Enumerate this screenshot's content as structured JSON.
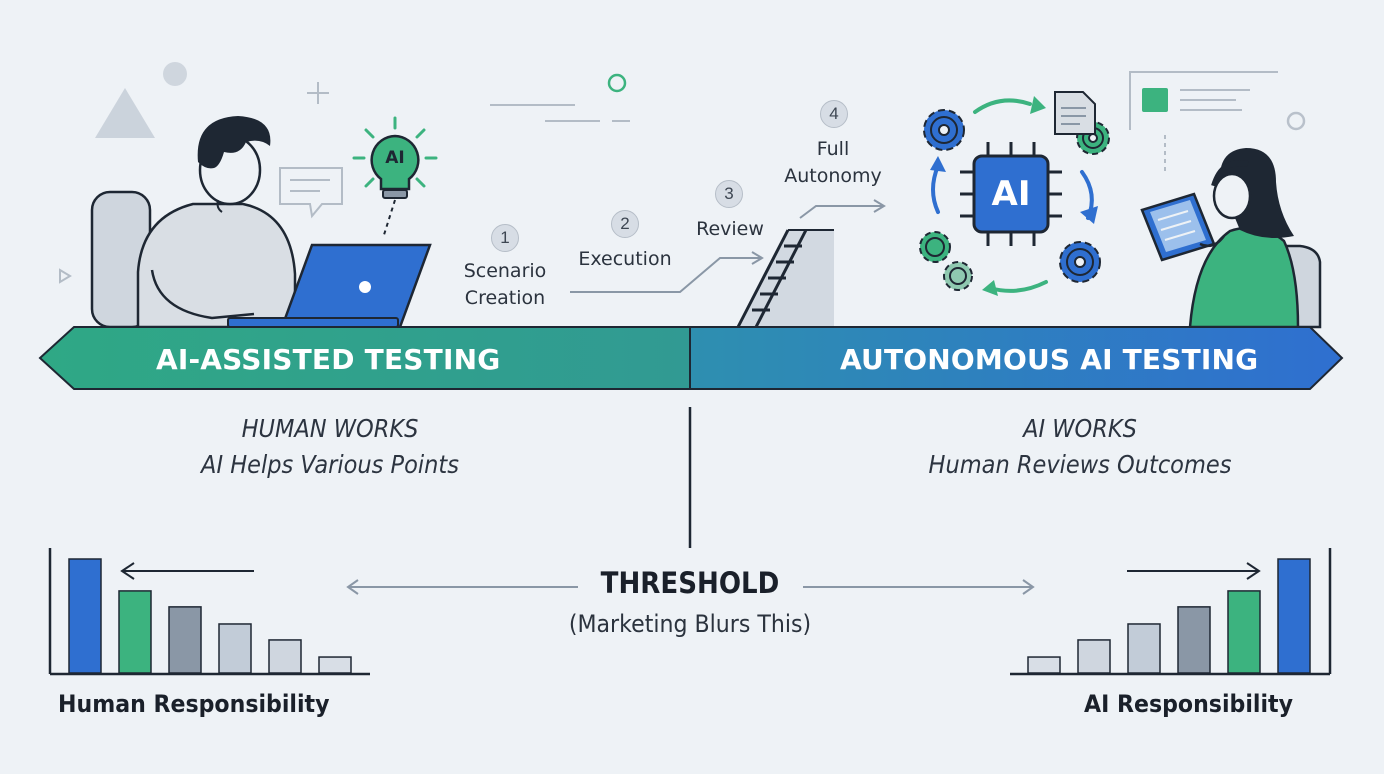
{
  "banner": {
    "left_label": "AI-ASSISTED TESTING",
    "right_label": "AUTONOMOUS AI TESTING",
    "left_color": "#2fa885",
    "right_color": "#2f6fd0"
  },
  "left_desc": {
    "line1": "HUMAN WORKS",
    "line2": "AI Helps Various Points"
  },
  "right_desc": {
    "line1": "AI WORKS",
    "line2": "Human Reviews Outcomes"
  },
  "threshold": {
    "title": "THRESHOLD",
    "subtitle": "(Marketing Blurs This)"
  },
  "steps": [
    {
      "number": "1",
      "label_line1": "Scenario",
      "label_line2": "Creation"
    },
    {
      "number": "2",
      "label_line1": "Execution",
      "label_line2": ""
    },
    {
      "number": "3",
      "label_line1": "Review",
      "label_line2": ""
    },
    {
      "number": "4",
      "label_line1": "Full",
      "label_line2": "Autonomy"
    }
  ],
  "icons": {
    "bulb_label": "AI",
    "chip_label": "AI"
  },
  "responsibility": {
    "human_label": "Human Responsibility",
    "ai_label": "AI Responsibility",
    "human_bar_levels": [
      1.0,
      0.72,
      0.58,
      0.43,
      0.29,
      0.14
    ],
    "ai_bar_levels": [
      0.14,
      0.29,
      0.43,
      0.58,
      0.72,
      1.0
    ],
    "bar_colors": [
      "#2f6fd0",
      "#3cb37f",
      "#8a97a6",
      "#c2ccd8",
      "#cfd6df",
      "#d8dee6"
    ]
  }
}
